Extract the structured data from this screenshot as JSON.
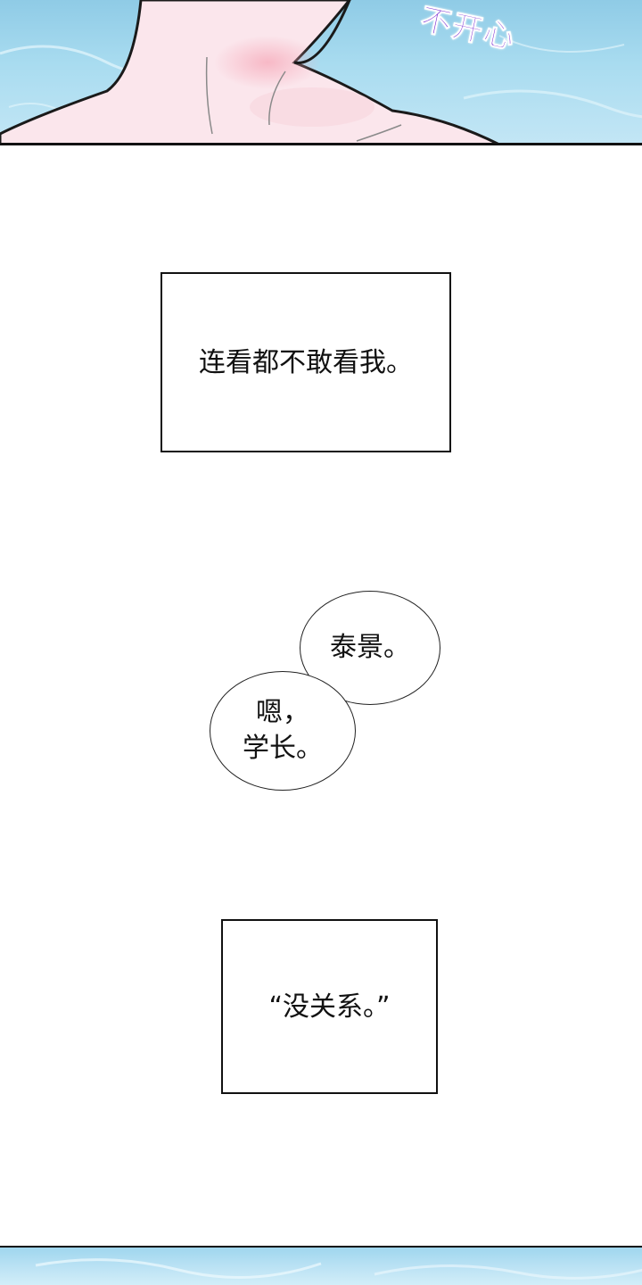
{
  "top_panel": {
    "sfx_text": "不开心",
    "colors": {
      "sky": "#a9dcf0",
      "skin": "#fbe3ea",
      "sfx": "#7a2ad0"
    }
  },
  "captions": [
    {
      "text": "连看都不敢看我。"
    },
    {
      "text": "“没关系。”"
    }
  ],
  "bubbles": [
    {
      "lines": [
        "泰景。"
      ]
    },
    {
      "lines": [
        "嗯，",
        "学长。"
      ]
    }
  ]
}
